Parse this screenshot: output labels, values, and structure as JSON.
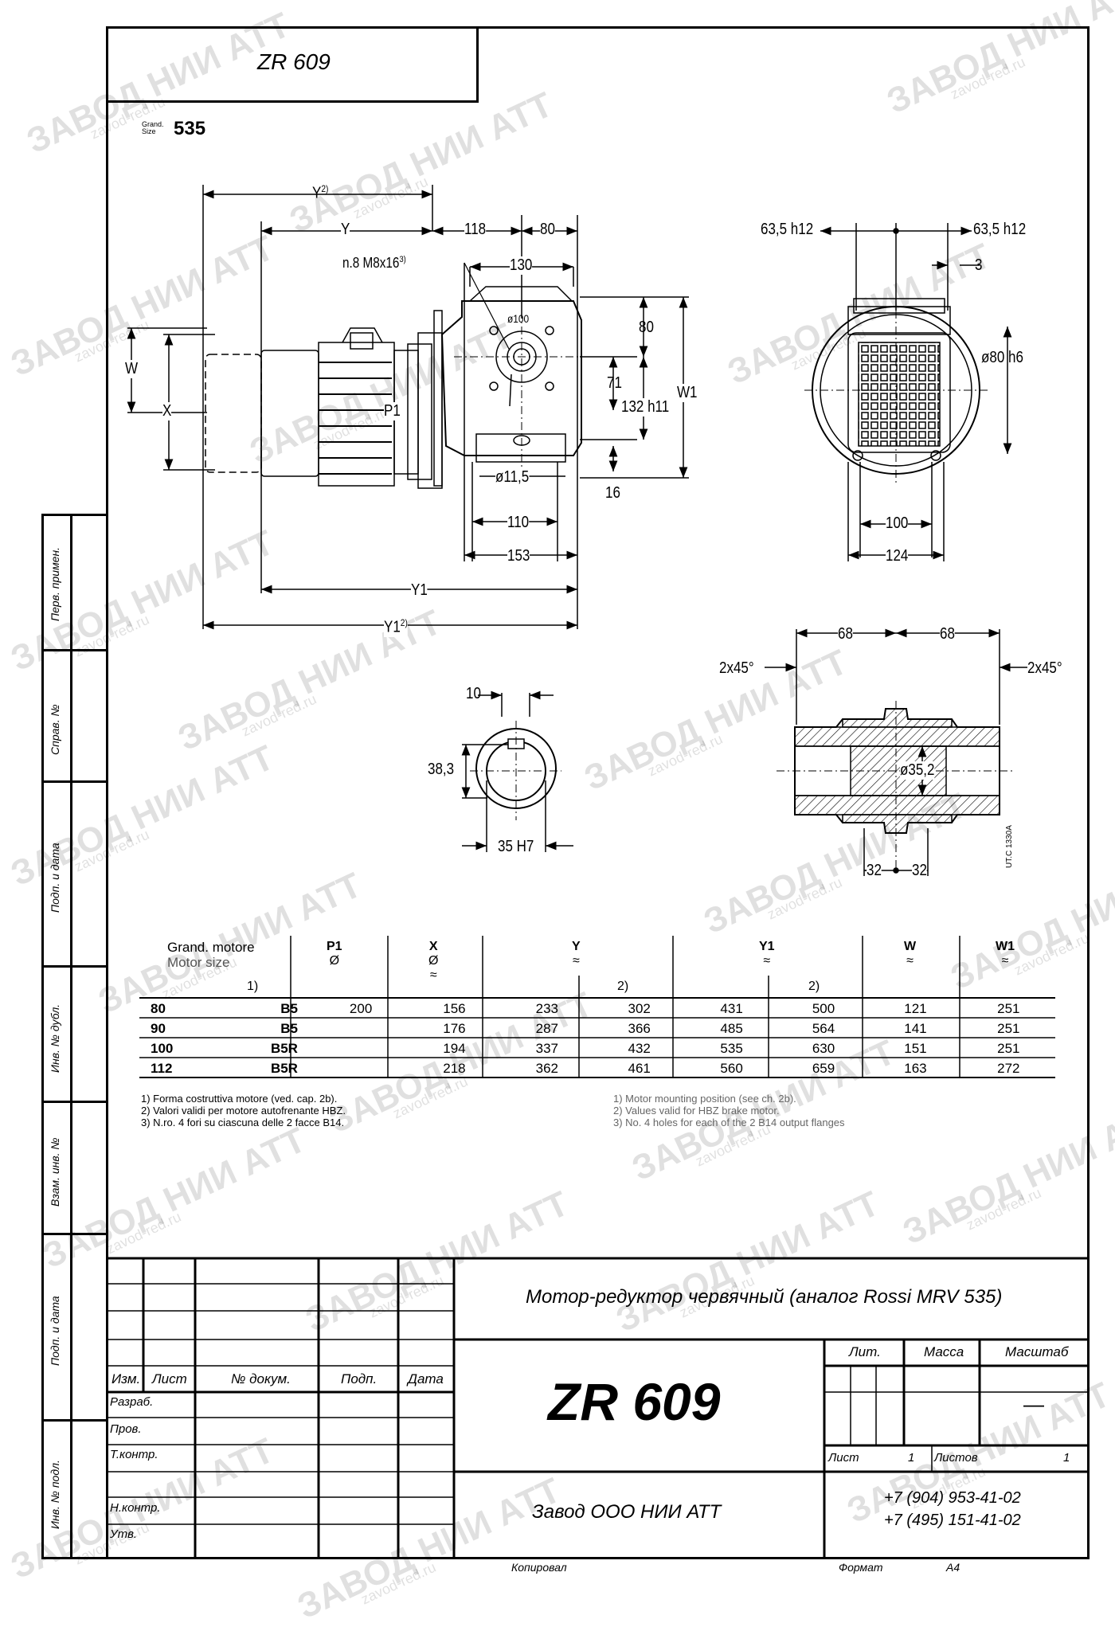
{
  "header": {
    "code": "ZR 609"
  },
  "grand_size": {
    "label_line1": "Grand.",
    "label_line2": "Size",
    "value": "535"
  },
  "drawing": {
    "side_view_dims": {
      "y2": "Y",
      "y2_sup": "2)",
      "y": "Y",
      "d118": "118",
      "d80top": "80",
      "holes": "n.8 M8x16",
      "holes_sup": "3)",
      "d130": "130",
      "phi100": "ø100",
      "d80r": "80",
      "d71": "71",
      "d132": "132 h11",
      "w1": "W1",
      "w": "W",
      "x": "X",
      "p1": "P1",
      "phi115": "ø11,5",
      "d16": "16",
      "d110": "110",
      "d153": "153",
      "y1": "Y1",
      "y1_2": "Y1",
      "y1_2_sup": "2)"
    },
    "front_view_dims": {
      "left": "63,5 h12",
      "right": "63,5 h12",
      "d3": "3",
      "phi80": "ø80 h6",
      "d100": "100",
      "d124": "124"
    },
    "shaft_dims": {
      "d10": "10",
      "d383": "38,3",
      "d35": "35 H7"
    },
    "hollow_dims": {
      "d68a": "68",
      "d68b": "68",
      "ch_l": "2x45°",
      "ch_r": "2x45°",
      "phi352": "ø35,2",
      "d32a": "32",
      "d32b": "32",
      "code": "UT.C 1330A"
    }
  },
  "table": {
    "headers": {
      "motor_line1": "Grand. motore",
      "motor_line2": "Motor size",
      "motor_note": "1)",
      "p1": "P1",
      "p1_sub": "Ø",
      "x": "X",
      "x_sub": "Ø",
      "x_sub2": "≈",
      "y": "Y",
      "y_sub": "≈",
      "y_note": "2)",
      "y1": "Y1",
      "y1_sub": "≈",
      "y1_note": "2)",
      "w": "W",
      "w_sub": "≈",
      "w1": "W1",
      "w1_sub": "≈"
    },
    "rows": [
      {
        "size": "80",
        "form": "B5",
        "p1": "200",
        "x": "156",
        "y": "233",
        "y2": "302",
        "y1": "431",
        "y1_2": "500",
        "w": "121",
        "w1": "251"
      },
      {
        "size": "90",
        "form": "B5",
        "p1": "",
        "x": "176",
        "y": "287",
        "y2": "366",
        "y1": "485",
        "y1_2": "564",
        "w": "141",
        "w1": "251"
      },
      {
        "size": "100",
        "form": "B5R",
        "p1": "",
        "x": "194",
        "y": "337",
        "y2": "432",
        "y1": "535",
        "y1_2": "630",
        "w": "151",
        "w1": "251"
      },
      {
        "size": "112",
        "form": "B5R",
        "p1": "",
        "x": "218",
        "y": "362",
        "y2": "461",
        "y1": "560",
        "y1_2": "659",
        "w": "163",
        "w1": "272"
      }
    ],
    "notes_it": [
      "1) Forma costruttiva motore (ved. cap. 2b).",
      "2) Valori validi per motore autofrenante HBZ.",
      "3) N.ro. 4 fori su ciascuna delle 2 facce B14."
    ],
    "notes_en": [
      "1) Motor mounting position (see ch. 2b).",
      "2) Values valid for HBZ brake motor.",
      "3) No. 4 holes for each of the 2 B14 output flanges"
    ]
  },
  "side_labels": [
    "Перв. примен.",
    "Справ. №",
    "Подп. и дата",
    "Инв. № дубл.",
    "Взам. инв. №",
    "Подп. и дата",
    "Инв. № подл."
  ],
  "title_block": {
    "description": "Мотор-редуктор червячный (аналог Rossi MRV 535)",
    "code": "ZR 609",
    "col_izm": "Изм.",
    "col_list": "Лист",
    "col_doc": "№ докум.",
    "col_podp": "Подп.",
    "col_date": "Дата",
    "rows": [
      "Разраб.",
      "Пров.",
      "Т.контр.",
      "",
      "Н.контр.",
      "Утв."
    ],
    "lit": "Лит.",
    "massa": "Масса",
    "masshtab": "Масштаб",
    "scale_value": "—",
    "list_label": "Лист",
    "list_value": "1",
    "listov_label": "Листов",
    "listov_value": "1",
    "company": "Завод ООО НИИ АТТ",
    "phone1": "+7 (904) 953-41-02",
    "phone2": "+7 (495) 151-41-02",
    "copied": "Копировал",
    "format_label": "Формат",
    "format_value": "A4"
  },
  "watermark": {
    "text": "ЗАВОД НИИ АТТ",
    "site": "zavod-red.ru"
  }
}
